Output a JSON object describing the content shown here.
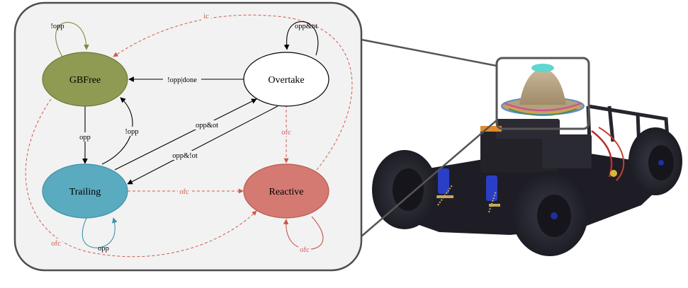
{
  "diagram": {
    "states": {
      "gbfree": "GBFree",
      "overtake": "Overtake",
      "trailing": "Trailing",
      "reactive": "Reactive"
    },
    "edges": {
      "gbfree_self": "!opp",
      "overtake_self": "opp&ot",
      "overtake_to_gbfree": "!opp|done",
      "gbfree_to_trailing": "opp",
      "trailing_to_gbfree": "!opp",
      "trailing_to_overtake": "opp&ot",
      "overtake_to_trailing": "opp&!ot",
      "overtake_to_reactive": "ofc",
      "trailing_to_reactive": "ofc",
      "trailing_self": "opp",
      "reactive_self": "ofc",
      "gbfree_to_reactive": "ofc",
      "reactive_to_gbfree": "ic"
    },
    "colors": {
      "panel_bg": "#f2f2f2",
      "panel_border": "#4d4d4d",
      "gbfree_fill": "#8f9a52",
      "trailing_fill": "#5aabbf",
      "reactive_fill": "#d47a72",
      "overtake_fill": "#ffffff",
      "dashed_edge": "#d05a4e",
      "gbfree_self_edge": "#7a8a40",
      "trailing_self_edge": "#3d93ad",
      "reactive_self_edge": "#c45a4e"
    }
  },
  "photo": {
    "subject": "autonomous race car with sombrero",
    "zoom_frame": "inset highlight"
  }
}
